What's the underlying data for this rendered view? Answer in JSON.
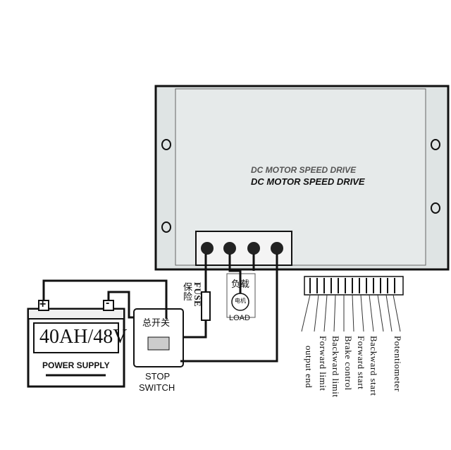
{
  "controller": {
    "title_shadow": "DC MOTOR SPEED DRIVE",
    "title": "DC MOTOR SPEED DRIVE"
  },
  "battery": {
    "label": "40AH/48V",
    "footer": "POWER SUPPLY",
    "plus": "+",
    "minus": "-"
  },
  "switch": {
    "cn_label": "总开关",
    "en_line1": "STOP",
    "en_line2": "SWITCH"
  },
  "fuse": {
    "en": "FUSE",
    "cn": "保险"
  },
  "load": {
    "cn": "负载",
    "en": "LOAD",
    "motor": "电机"
  },
  "signals": [
    "Potentiometer",
    "Backward start",
    "Forward start",
    "Brake control",
    "Backward limit",
    "Forward limit",
    "output end"
  ],
  "colors": {
    "case_fill": "#dfe4e4",
    "line": "#111111"
  }
}
